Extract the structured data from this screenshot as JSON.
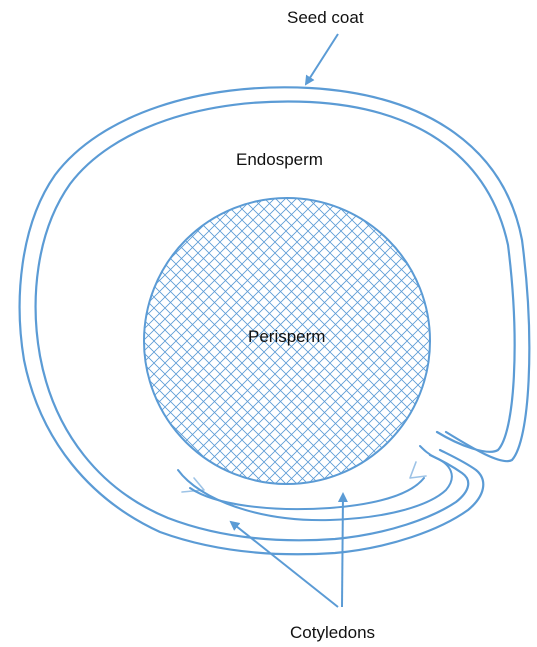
{
  "labels": {
    "seed_coat": "Seed coat",
    "endosperm": "Endosperm",
    "perisperm": "Perisperm",
    "cotyledons": "Cotyledons"
  },
  "colors": {
    "outline": "#5b9bd5",
    "hatch": "#5b9bd5",
    "text": "#111111"
  }
}
